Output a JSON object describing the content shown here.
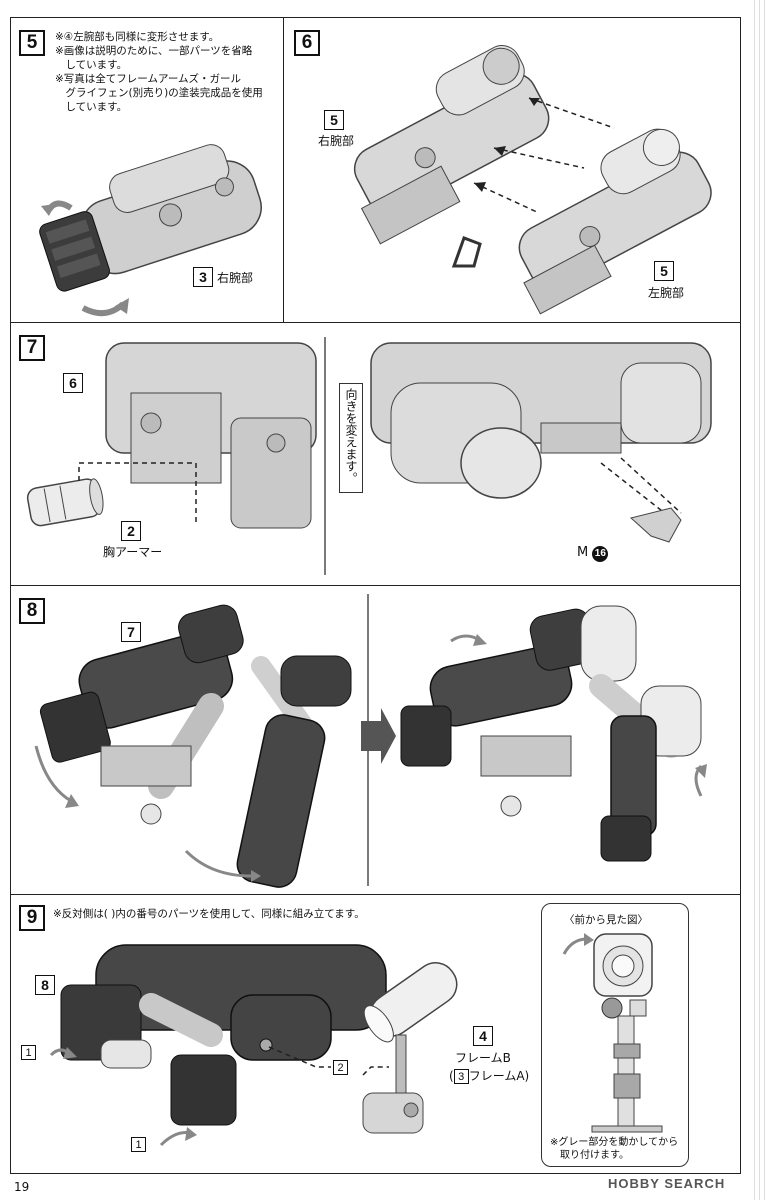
{
  "page_number": "19",
  "watermark": "HOBBY SEARCH",
  "step5": {
    "number": "5",
    "notes": [
      "※④左腕部も同様に変形させます。",
      "※画像は説明のために、一部パーツを省略",
      "　しています。",
      "※写真は全てフレームアームズ・ガール",
      "　グライフェン(別売り)の塗装完成品を使用",
      "　しています。"
    ],
    "part_num": "3",
    "part_label": "右腕部"
  },
  "step6": {
    "number": "6",
    "right_num": "5",
    "right_label": "右腕部",
    "left_num": "5",
    "left_label": "左腕部"
  },
  "step7": {
    "number": "7",
    "ref_num": "6",
    "armor_num": "2",
    "armor_label": "胸アーマー",
    "callout": "向きを変えます。",
    "m_prefix": "M",
    "m_part": "16"
  },
  "step8": {
    "number": "8",
    "ref_num": "7"
  },
  "step9": {
    "number": "9",
    "note": "※反対側は(  )内の番号のパーツを使用して、同様に組み立てます。",
    "ref_num": "8",
    "small_1a": "1",
    "small_1b": "1",
    "small_2": "2",
    "frame_num": "4",
    "frame_b": "フレームB",
    "frame_a_paren_open": "(",
    "frame_a_num": "3",
    "frame_a_label": "フレームA)",
    "inset_title": "〈前から見た図〉",
    "inset_note_1": "※グレー部分を動かしてから",
    "inset_note_2": "取り付けます。"
  }
}
